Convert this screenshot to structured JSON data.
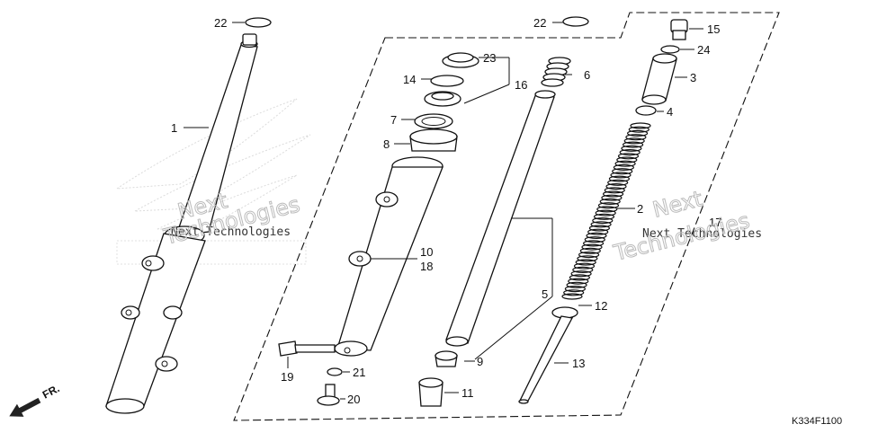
{
  "diagram_code": "K334F1100",
  "direction_label": "FR.",
  "watermark": {
    "line1": "Next Technologies",
    "line2": "Next",
    "line3": "Technologies"
  },
  "callouts": {
    "p1": "1",
    "p2": "2",
    "p3": "3",
    "p4": "4",
    "p5": "5",
    "p6": "6",
    "p7": "7",
    "p8": "8",
    "p9": "9",
    "p10": "10",
    "p11": "11",
    "p12": "12",
    "p13": "13",
    "p14": "14",
    "p15": "15",
    "p16": "16",
    "p17": "17",
    "p18": "18",
    "p19": "19",
    "p20": "20",
    "p21": "21",
    "p22a": "22",
    "p22b": "22",
    "p23": "23",
    "p24": "24"
  }
}
